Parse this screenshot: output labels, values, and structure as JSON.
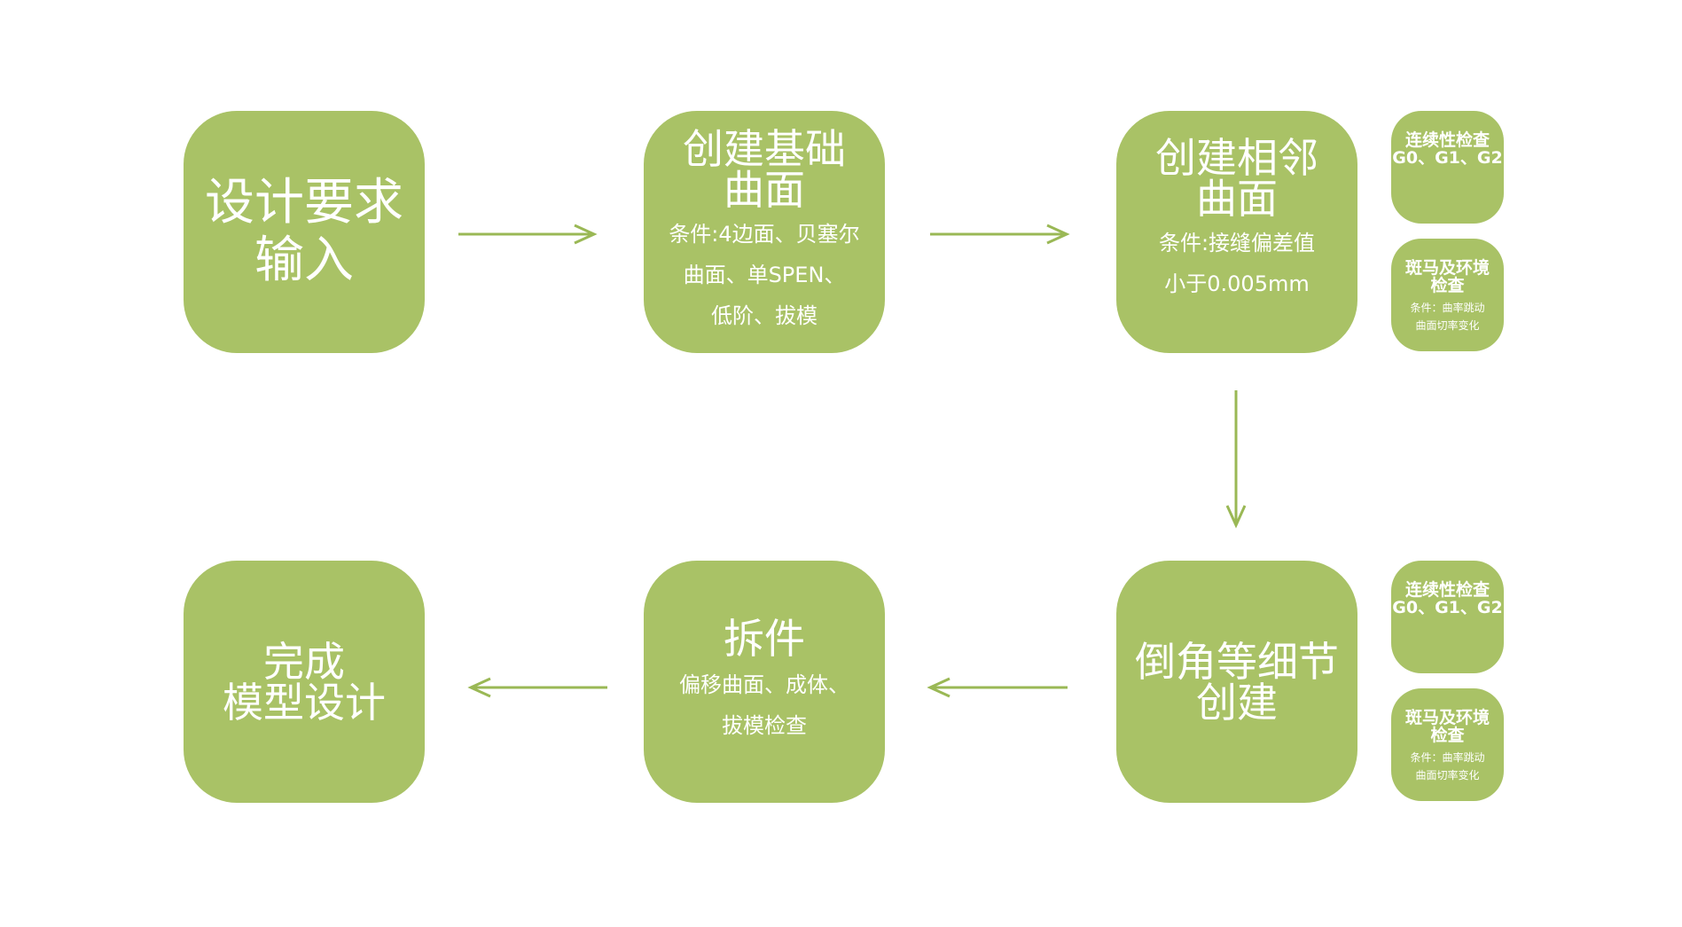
{
  "colors": {
    "box": "#a9c266",
    "arrow": "#9ab855"
  },
  "steps": [
    {
      "title": "设计要求输入"
    },
    {
      "title": "创建基础曲面",
      "condition": [
        "条件:4边面、贝塞尔",
        "曲面、单SPEN、",
        "低阶、拔模"
      ]
    },
    {
      "title": "创建相邻曲面",
      "condition": [
        "条件:接缝偏差值",
        "小于0.005mm"
      ]
    },
    {
      "title": "倒角等细节创建"
    },
    {
      "title": "拆件",
      "condition": [
        "偏移曲面、成体、",
        "拔模检查"
      ]
    },
    {
      "title": "完成模型设计"
    }
  ],
  "title_lines": {
    "s1": [
      "设计要求",
      "输入"
    ],
    "s2": [
      "创建基础",
      "曲面"
    ],
    "s3": [
      "创建相邻",
      "曲面"
    ],
    "s4": [
      "倒角等细节",
      "创建"
    ],
    "s6": [
      "完成",
      "模型设计"
    ]
  },
  "checks": {
    "continuity": {
      "title": "连续性检查",
      "detail": "G0、G1、G2"
    },
    "zebra": {
      "title_lines": [
        "斑马及环境",
        "检查"
      ],
      "condition": [
        "条件：曲率跳动",
        "曲面切率变化"
      ]
    }
  }
}
